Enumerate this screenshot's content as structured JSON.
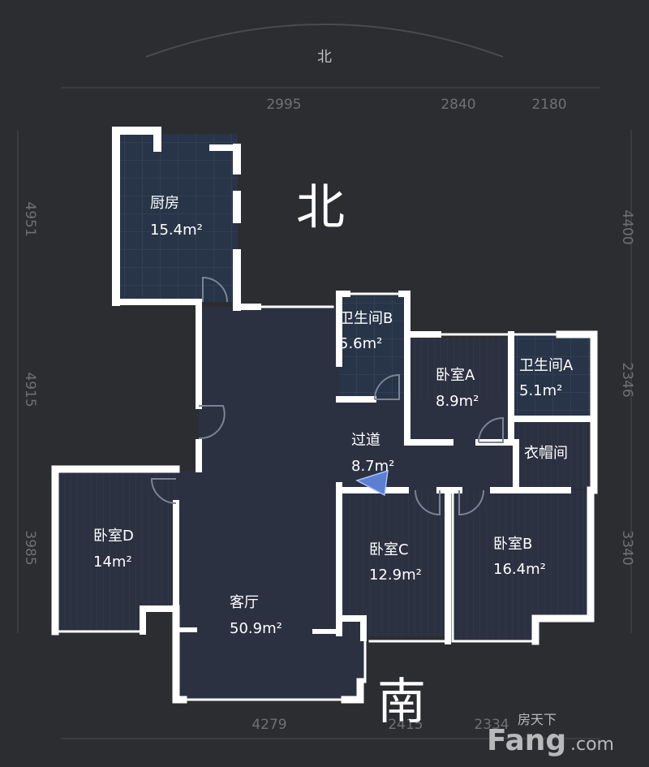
{
  "compass_label": "北",
  "north_label": "北",
  "south_label": "南",
  "dimensions": {
    "top": [
      "2995",
      "2840",
      "2180"
    ],
    "bottom": [
      "4279",
      "2415",
      "2334"
    ],
    "left": [
      "4951",
      "4915",
      "3985"
    ],
    "right": [
      "4400",
      "2346",
      "3340"
    ]
  },
  "rooms": [
    {
      "name": "厨房",
      "area": "15.4m²"
    },
    {
      "name": "卫生间B",
      "area": "5.6m²"
    },
    {
      "name": "卧室A",
      "area": "8.9m²"
    },
    {
      "name": "卫生间A",
      "area": "5.1m²"
    },
    {
      "name": "过道",
      "area": "8.7m²"
    },
    {
      "name": "衣帽间",
      "area": ""
    },
    {
      "name": "卧室D",
      "area": "14m²"
    },
    {
      "name": "卧室C",
      "area": "12.9m²"
    },
    {
      "name": "卧室B",
      "area": "16.4m²"
    },
    {
      "name": "客厅",
      "area": "50.9m²"
    }
  ],
  "watermark": {
    "brand": "Fang",
    "suffix": ".com",
    "text": "房天下"
  },
  "colors": {
    "background": "#2c2d30",
    "floor": "#2b3140",
    "wet_floor": "#283447",
    "wall": "#ffffff"
  }
}
